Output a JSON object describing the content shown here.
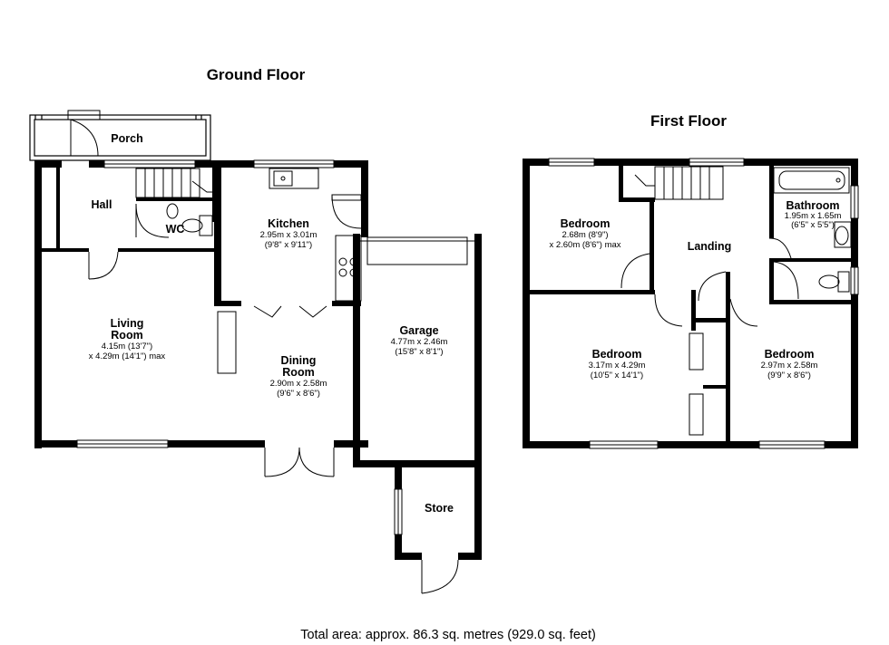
{
  "ground_floor": {
    "title": "Ground Floor",
    "porch": {
      "name": "Porch"
    },
    "hall": {
      "name": "Hall"
    },
    "wc": {
      "name": "WC"
    },
    "kitchen": {
      "name": "Kitchen",
      "dim1": "2.95m x 3.01m",
      "dim2": "(9'8\" x 9'11\")"
    },
    "living_room": {
      "name1": "Living",
      "name2": "Room",
      "dim1": "4.15m (13'7\")",
      "dim2": "x 4.29m (14'1\") max"
    },
    "dining_room": {
      "name1": "Dining",
      "name2": "Room",
      "dim1": "2.90m x 2.58m",
      "dim2": "(9'6\" x 8'6\")"
    },
    "garage": {
      "name": "Garage",
      "dim1": "4.77m x 2.46m",
      "dim2": "(15'8\" x 8'1\")"
    },
    "store": {
      "name": "Store"
    }
  },
  "first_floor": {
    "title": "First Floor",
    "bedroom_front": {
      "name": "Bedroom",
      "dim1": "2.68m (8'9\")",
      "dim2": "x 2.60m (8'6\") max"
    },
    "landing": {
      "name": "Landing"
    },
    "bathroom": {
      "name": "Bathroom",
      "dim1": "1.95m x 1.65m",
      "dim2": "(6'5\" x 5'5\")"
    },
    "bedroom_left": {
      "name": "Bedroom",
      "dim1": "3.17m x 4.29m",
      "dim2": "(10'5\" x 14'1\")"
    },
    "bedroom_right": {
      "name": "Bedroom",
      "dim1": "2.97m x 2.58m",
      "dim2": "(9'9\" x 8'6\")"
    }
  },
  "footer": {
    "total_area": "Total area: approx. 86.3 sq. metres (929.0 sq. feet)"
  }
}
